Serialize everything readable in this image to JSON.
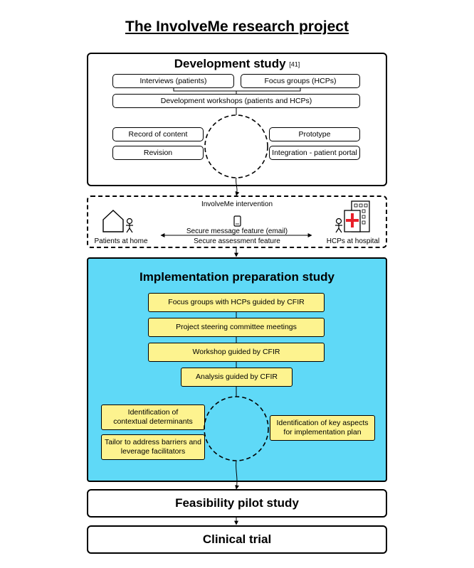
{
  "title": "The InvolveMe research project",
  "development": {
    "heading": "Development study",
    "ref": "[41]",
    "interviews": "Interviews (patients)",
    "focus_groups": "Focus groups (HCPs)",
    "workshops": "Development workshops (patients and HCPs)",
    "record": "Record of content",
    "revision": "Revision",
    "prototype": "Prototype",
    "integration": "Integration - patient portal"
  },
  "intervention": {
    "heading": "InvolveMe intervention",
    "patients": "Patients at home",
    "hcps": "HCPs at hospital",
    "secure_message": "Secure message feature (email)",
    "secure_assessment": "Secure assessment feature"
  },
  "implementation": {
    "heading": "Implementation preparation study",
    "focus_groups": "Focus groups with HCPs guided by CFIR",
    "steering": "Project steering committee meetings",
    "workshop": "Workshop guided by CFIR",
    "analysis": "Analysis guided by CFIR",
    "identification_line1": "Identification of",
    "identification_line2": "contextual determinants",
    "tailor_line1": "Tailor to address barriers and",
    "tailor_line2": "leverage facilitators",
    "key_line1": "Identification of key aspects",
    "key_line2": "for implementation plan"
  },
  "feasibility": "Feasibility pilot study",
  "clinical": "Clinical trial",
  "colors": {
    "implementation_bg": "#5fd9f7",
    "step_box": "#fdf38f",
    "hospital_cross": "#e8202a"
  }
}
